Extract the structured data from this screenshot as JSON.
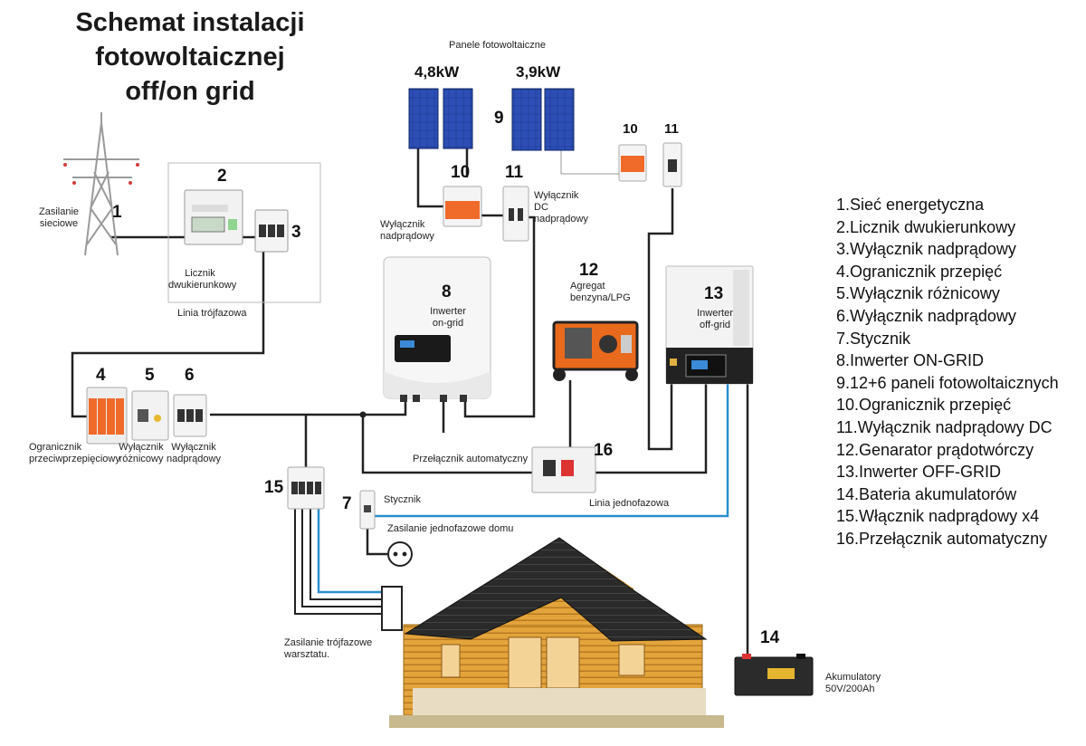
{
  "title": {
    "line1": "Schemat instalacji",
    "line2": "fotowoltaicznej",
    "line3": "off/on grid"
  },
  "labels": {
    "grid": "Zasilanie sieciowe",
    "meter": "Licznik dwukierunkowy",
    "three_phase_line": "Linia trójfazowa",
    "pv_panels": "Panele fotowoltaiczne",
    "power_a": "4,8kW",
    "power_b": "3,9kW",
    "overcurrent_breaker": "Wyłącznik nadprądowy",
    "dc_breaker": "Wyłącznik DC nadprądowy",
    "generator": "Agregat benzyna/LPG",
    "inverter_on": "Inwerter on-grid",
    "inverter_off": "Inwerter off-grid",
    "surge_protector": "Ogranicznik przeciwprzepięciowy",
    "rcd": "Wyłącznik różnicowy",
    "breaker6": "Wyłącznik nadprądowy",
    "auto_switch": "Przełącznik automatyczny",
    "single_phase_line": "Linia jednofazowa",
    "contactor": "Stycznik",
    "house_single_phase": "Zasilanie jednofazowe domu",
    "workshop_three_phase": "Zasilanie trójfazowe warsztatu.",
    "batteries": "Akumulatory 50V/200Ah"
  },
  "numbers": {
    "n1": "1",
    "n2": "2",
    "n3": "3",
    "n4": "4",
    "n5": "5",
    "n6": "6",
    "n7": "7",
    "n8": "8",
    "n9": "9",
    "n10a": "10",
    "n10b": "10",
    "n11a": "11",
    "n11b": "11",
    "n12": "12",
    "n13": "13",
    "n14": "14",
    "n15": "15",
    "n16": "16"
  },
  "legend": [
    "1.Sieć energetyczna",
    "2.Licznik dwukierunkowy",
    "3.Wyłącznik nadprądowy",
    "4.Ogranicznik przepięć",
    "5.Wyłącznik różnicowy",
    "6.Wyłącznik nadprądowy",
    "7.Stycznik",
    "8.Inwerter ON-GRID",
    "9.12+6 paneli fotowoltaicznych",
    "10.Ogranicznik przepięć",
    "11.Wyłącznik nadprądowy DC",
    "12.Genarator prądotwórczy",
    "13.Inwerter OFF-GRID",
    "14.Bateria akumulatorów",
    "15.Włącznik nadprądowy x4",
    "16.Przełącznik automatyczny"
  ],
  "colors": {
    "wire": "#222222",
    "blue_wire": "#2a8fd0",
    "panel": "#1f3c9e",
    "surge_orange": "#f06a2a",
    "wood": "#e4a63a",
    "roof": "#2b2b2b"
  }
}
